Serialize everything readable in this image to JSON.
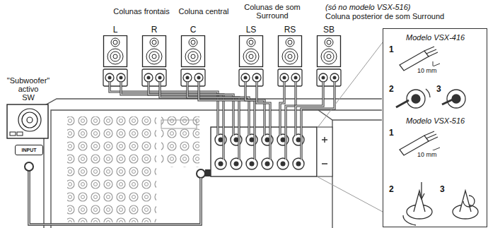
{
  "diagram": {
    "nodes": [
      {
        "text": [
          "L"
        ]
      },
      {
        "text": [
          "R"
        ]
      },
      {
        "text": [
          "C"
        ]
      },
      {
        "text": [
          "LS"
        ]
      },
      {
        "text": [
          "RS"
        ]
      },
      {
        "text": [
          "SB"
        ]
      },
      {
        "text": [
          "\"Subwoofer\" activo",
          "SW"
        ]
      },
      {
        "text": [
          "INPUT"
        ]
      },
      {
        "text": [
          "Modelo VSX-416",
          "Modelo VSX-516"
        ]
      }
    ],
    "labels": [
      "Colunas frontais",
      "Coluna central",
      "Colunas de som Surround",
      "(só no modelo VSX-516)",
      "Coluna posterior de som Surround",
      "1",
      "10 mm",
      "2",
      "3",
      "1",
      "10 mm",
      "2",
      "3"
    ]
  }
}
